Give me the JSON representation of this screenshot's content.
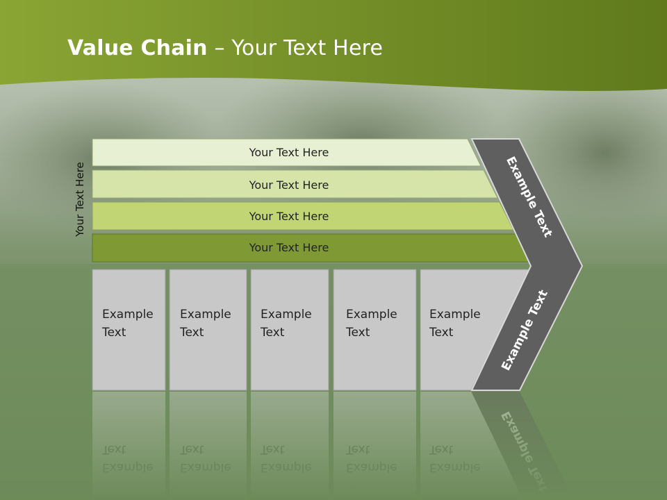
{
  "slide": {
    "title_bold": "Value Chain",
    "title_rest": " – Your Text Here",
    "side_label": "Your Text Here"
  },
  "bars": [
    {
      "label": "Your Text Here",
      "color": "#e8f0d4"
    },
    {
      "label": "Your Text Here",
      "color": "#d6e4aa"
    },
    {
      "label": "Your Text Here",
      "color": "#c2d574"
    },
    {
      "label": "Your Text Here",
      "color": "#7f9a35"
    }
  ],
  "boxes": [
    {
      "line1": "Example",
      "line2": "Text"
    },
    {
      "line1": "Example",
      "line2": "Text"
    },
    {
      "line1": "Example",
      "line2": "Text"
    },
    {
      "line1": "Example",
      "line2": "Text"
    },
    {
      "line1": "Example",
      "line2": "Text"
    }
  ],
  "chevron": {
    "upper_label": "Example Text",
    "lower_label": "Example Text",
    "color": "#5f5f5f"
  },
  "colors": {
    "header_green": "#7a9428",
    "box_gray": "#c8c8c8"
  }
}
